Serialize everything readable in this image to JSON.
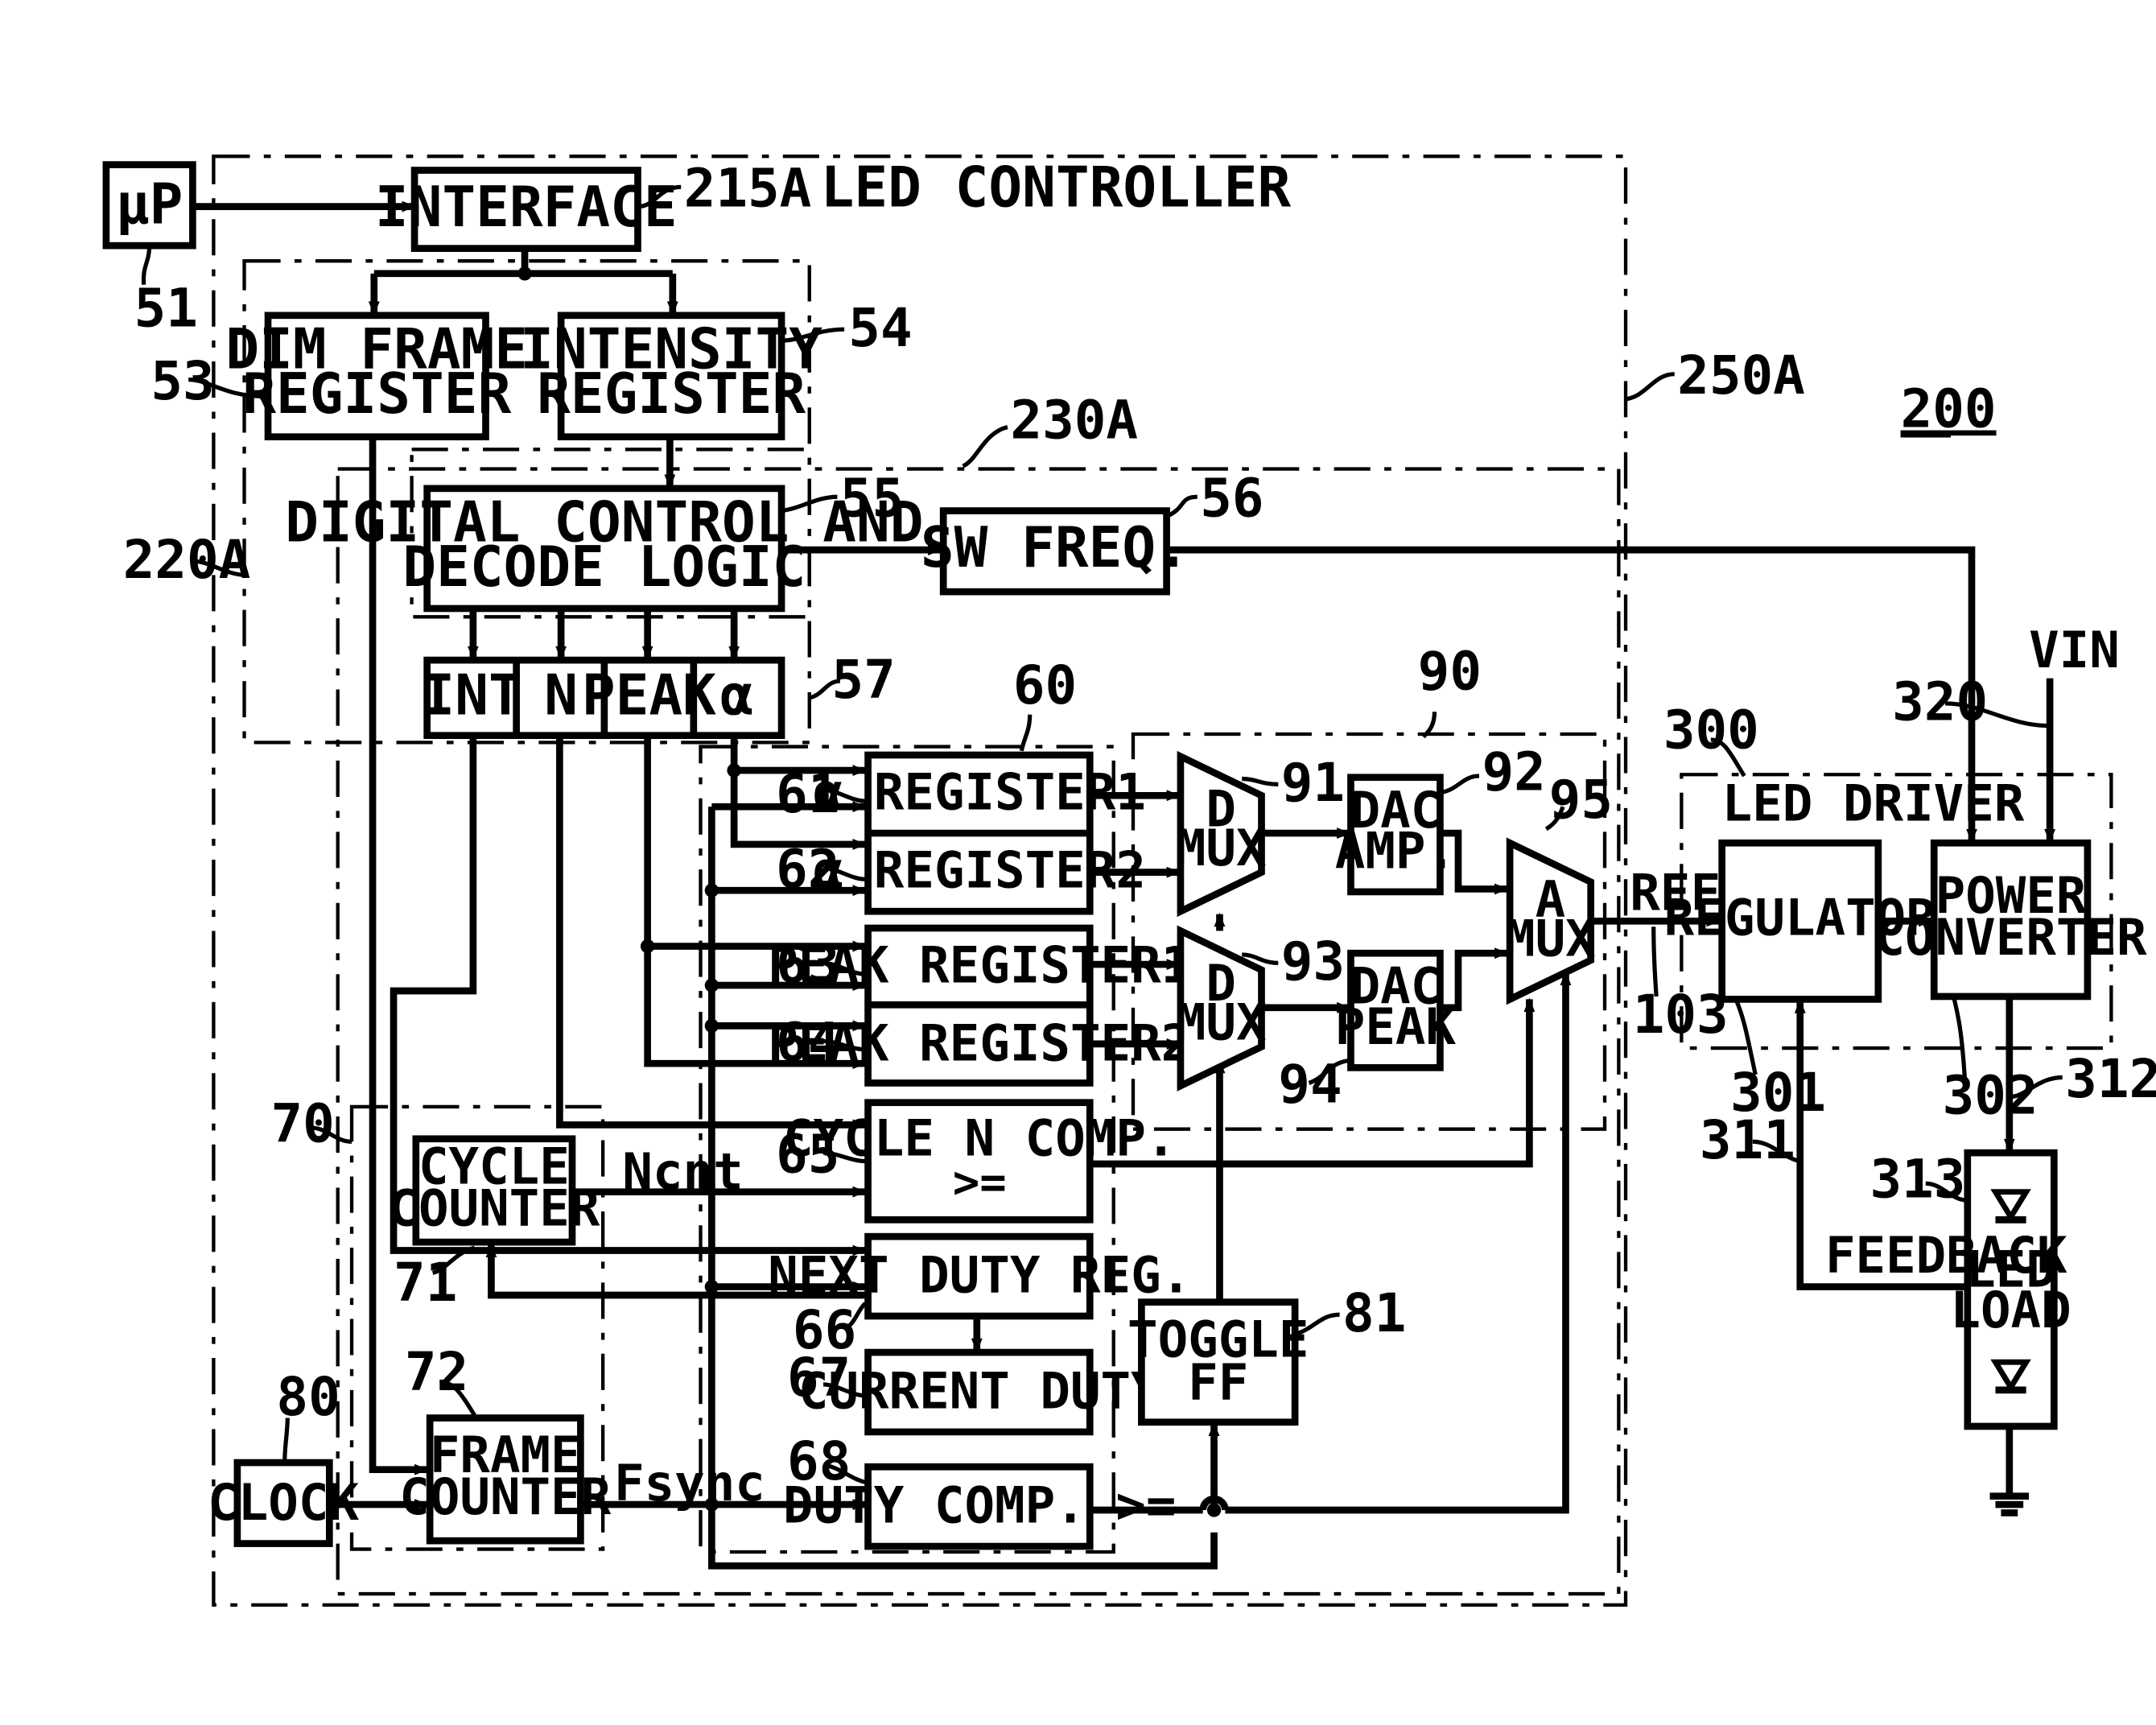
{
  "blocks": {
    "up": "μP",
    "interface": "INTERFACE",
    "led_controller": "LED CONTROLLER",
    "dim_frame_register": [
      "DIM FRAME",
      "REGISTER"
    ],
    "intensity_register": [
      "INTENSITY",
      "REGISTER"
    ],
    "digital_control": [
      "DIGITAL CONTROL AND",
      "DECODE LOGIC"
    ],
    "sw_freq": "SW FREQ.",
    "decode_fields": [
      "INT",
      "N",
      "PEAK",
      "α"
    ],
    "alpha_register1": "α REGISTER1",
    "alpha_register2": "α REGISTER2",
    "peak_register1": "PEAK REGISTER1",
    "peak_register2": "PEAK REGISTER2",
    "cycle_n_comp": [
      "CYCLE N COMP.",
      ">="
    ],
    "next_duty_reg": "NEXT DUTY REG.",
    "current_duty": "CURRENT DUTY",
    "duty_comp": "DUTY COMP. >=",
    "cycle_counter": [
      "CYCLE",
      "COUNTER"
    ],
    "frame_counter": [
      "FRAME",
      "COUNTER"
    ],
    "clock": "CLOCK",
    "toggle_ff": [
      "TOGGLE",
      "FF"
    ],
    "d_mux": [
      "D",
      "MUX"
    ],
    "dac_amp": [
      "DAC",
      "AMP."
    ],
    "dac_peak": [
      "DAC",
      "PEAK"
    ],
    "a_mux": [
      "A",
      "MUX"
    ],
    "led_driver": "LED DRIVER",
    "regulator": "REGULATOR",
    "power_converter": [
      "POWER",
      "CONVERTER"
    ],
    "led_load": [
      "LED",
      "LOAD"
    ]
  },
  "signals": {
    "ncnt": "Ncnt",
    "fsync": "Fsync",
    "ref": "REF",
    "vin": "VIN",
    "feedback": "FEEDBACK"
  },
  "refs": {
    "r51": "51",
    "r215a": "215A",
    "r53": "53",
    "r54": "54",
    "r250a": "250A",
    "r200": "200",
    "r230a": "230A",
    "r220a": "220A",
    "r55": "55",
    "r56": "56",
    "r57": "57",
    "r60": "60",
    "r90": "90",
    "r91": "91",
    "r92": "92",
    "r95": "95",
    "r93": "93",
    "r94": "94",
    "r61": "61",
    "r62": "62",
    "r63": "63",
    "r64": "64",
    "r65": "65",
    "r66": "66",
    "r67": "67",
    "r68": "68",
    "r70": "70",
    "r71": "71",
    "r72": "72",
    "r80": "80",
    "r81": "81",
    "r300": "300",
    "r320": "320",
    "r301": "301",
    "r302": "302",
    "r312": "312",
    "r311": "311",
    "r313": "313",
    "r103": "103"
  }
}
